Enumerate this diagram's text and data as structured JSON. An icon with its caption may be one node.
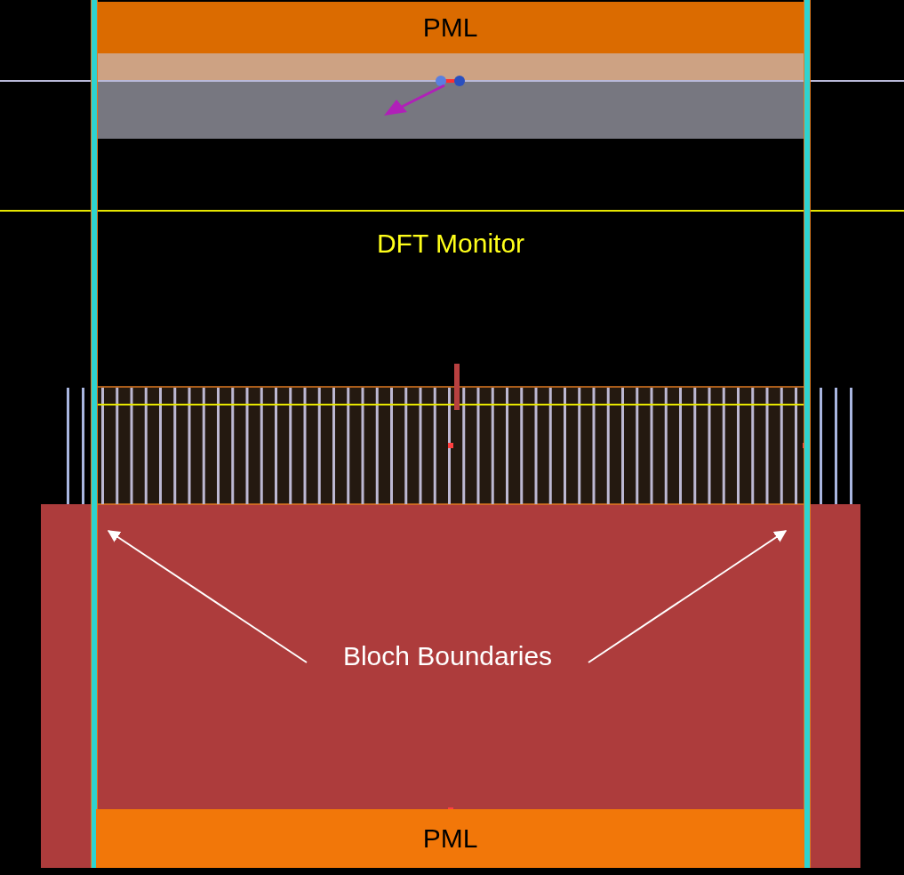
{
  "diagram": {
    "nodes": [
      {
        "text": [
          "PML"
        ]
      },
      {
        "text": [
          "Bloch Boundaries"
        ]
      },
      {
        "text": [],
        "shape": "bar"
      },
      {
        "text": [],
        "shape": "bar"
      },
      {
        "text": [
          "PML"
        ]
      }
    ],
    "edges": [
      {
        "from": 1,
        "to": 2,
        "arrow": "to"
      },
      {
        "from": 1,
        "to": 3,
        "arrow": "to"
      }
    ],
    "labels": [
      "DFT Monitor"
    ]
  }
}
